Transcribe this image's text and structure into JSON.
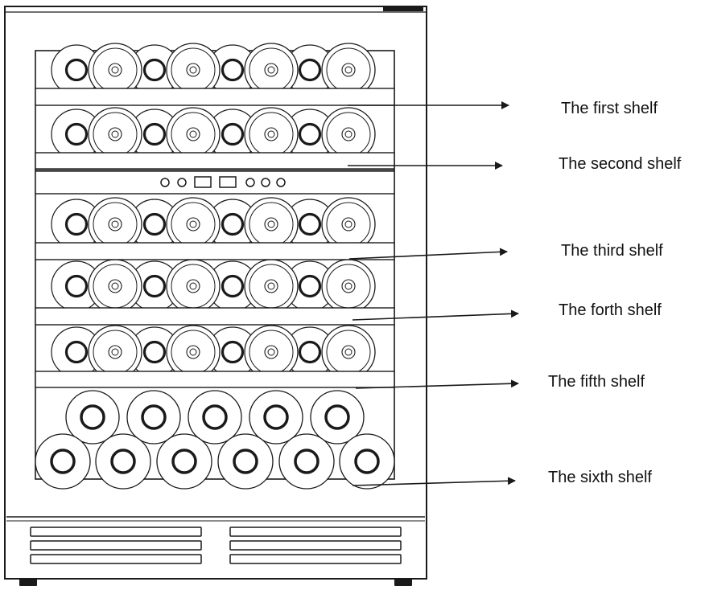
{
  "colors": {
    "stroke": "#1a1a1a",
    "fill": "#ffffff",
    "text": "#111111"
  },
  "shelves": [
    {
      "label": "The first shelf"
    },
    {
      "label": "The second shelf"
    },
    {
      "label": "The third shelf"
    },
    {
      "label": "The forth shelf"
    },
    {
      "label": "The fifth shelf"
    },
    {
      "label": "The sixth shelf"
    }
  ]
}
